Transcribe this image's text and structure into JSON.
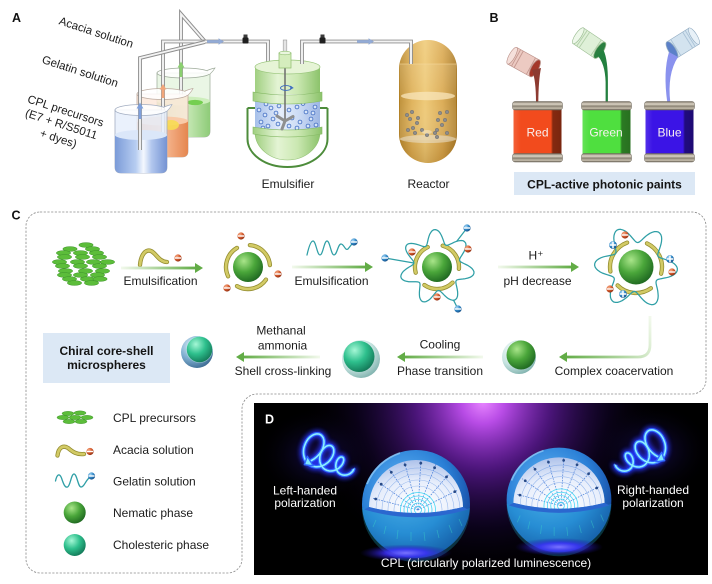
{
  "figure": {
    "panel_a": {
      "label": "A",
      "inlet_labels": {
        "acacia": "Acacia solution",
        "gelatin": "Gelatin solution",
        "cpl_precursors": [
          "CPL precursors",
          "(E7 + R/S5011",
          "+ dyes)"
        ]
      },
      "emulsifier_label": "Emulsifier",
      "reactor_label": "Reactor"
    },
    "panel_b": {
      "label": "B",
      "cans": [
        {
          "label": "Red",
          "color": "#f24b1d",
          "paint_stream_color": "#8d3b31"
        },
        {
          "label": "Green",
          "color": "#4fdf3f",
          "paint_stream_color": "#23803f"
        },
        {
          "label": "Blue",
          "color": "#3b14e6",
          "paint_stream_color": "#8a92ee"
        }
      ],
      "caption": "CPL-active photonic paints"
    },
    "panel_c": {
      "label": "C",
      "steps": [
        {
          "icon": "acacia-solution-icon",
          "below": "Emulsification"
        },
        {
          "icon": "gelatin-solution-icon",
          "below": "Emulsification"
        },
        {
          "above": "H⁺",
          "below": "pH decrease"
        },
        {
          "below": "Complex coacervation"
        },
        {
          "above": "Cooling",
          "below": "Phase transition"
        },
        {
          "above": [
            "Methanal",
            "ammonia"
          ],
          "below": "Shell cross-linking"
        }
      ],
      "product": [
        "Chiral core-shell",
        "microspheres"
      ],
      "legend": [
        {
          "icon": "cpl-precursors-icon",
          "label": "CPL precursors",
          "color": "#5cbd3a"
        },
        {
          "icon": "acacia-solution-icon",
          "label": "Acacia solution",
          "color": "#d2ca65"
        },
        {
          "icon": "gelatin-solution-icon",
          "label": "Gelatin solution",
          "color": "#2f9fa6"
        },
        {
          "icon": "nematic-phase-icon",
          "label": "Nematic phase",
          "color": "#4aa63a"
        },
        {
          "icon": "cholesteric-phase-icon",
          "label": "Cholesteric phase",
          "color": "#2ec08d"
        }
      ]
    },
    "panel_d": {
      "label": "D",
      "left_label": [
        "Left-handed",
        "polarization"
      ],
      "right_label": [
        "Right-handed",
        "polarization"
      ],
      "caption": "CPL (circularly polarized luminescence)"
    }
  }
}
